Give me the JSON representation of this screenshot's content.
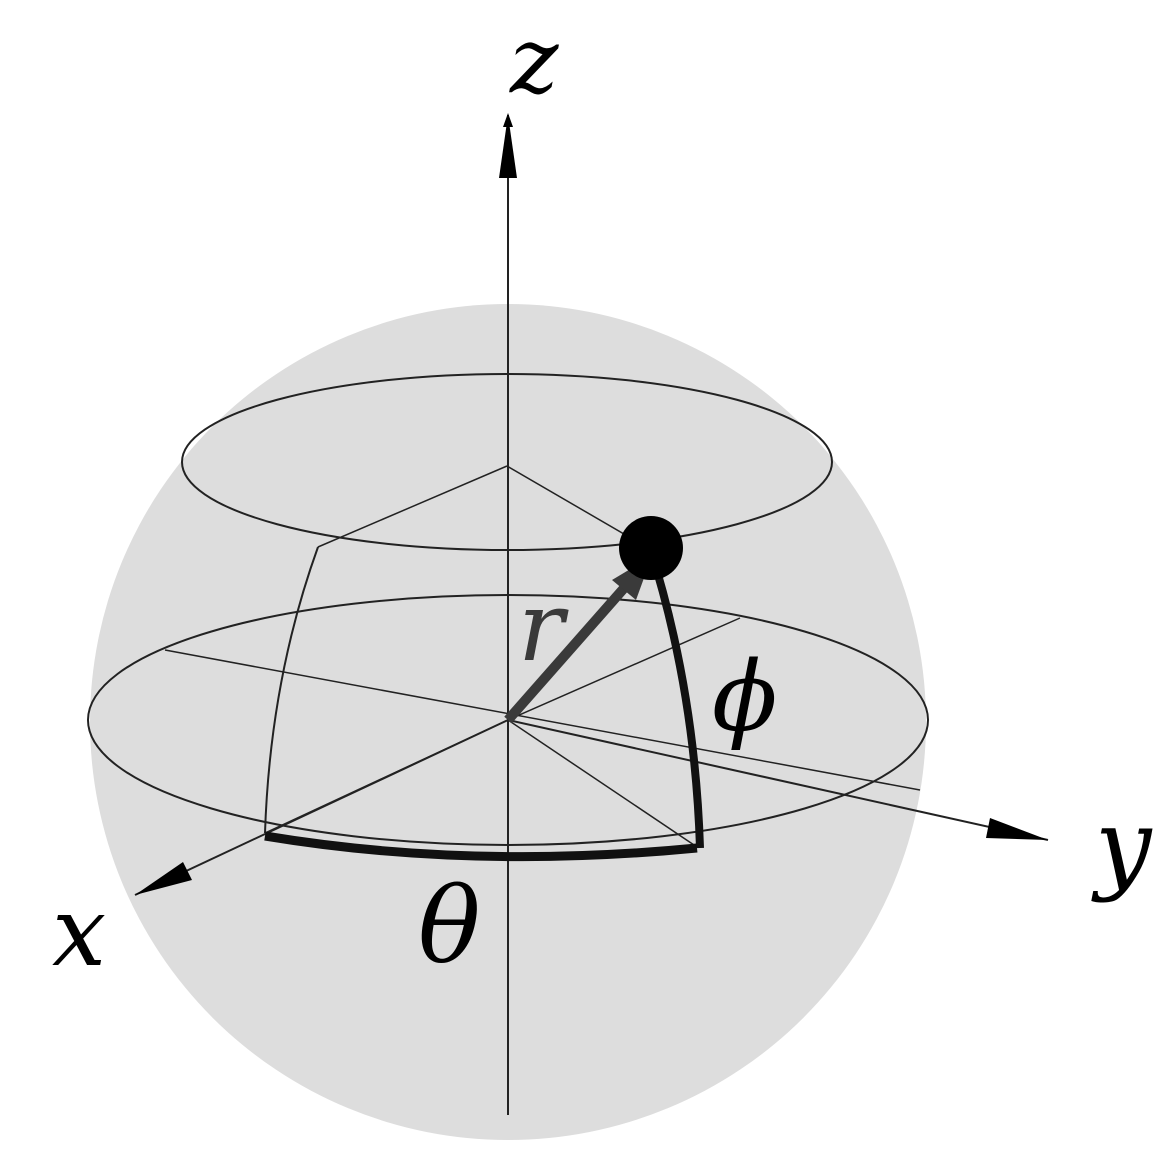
{
  "figure": {
    "labels": {
      "z": "z",
      "y": "y",
      "x": "x",
      "r": "r",
      "theta": "θ",
      "phi": "ϕ"
    },
    "colors": {
      "background": "#ffffff",
      "sphere_fill": "#dddddd",
      "line": "#222222",
      "bold_arc": "#111111",
      "radius_vector": "#3a3a3a",
      "point": "#000000"
    }
  }
}
